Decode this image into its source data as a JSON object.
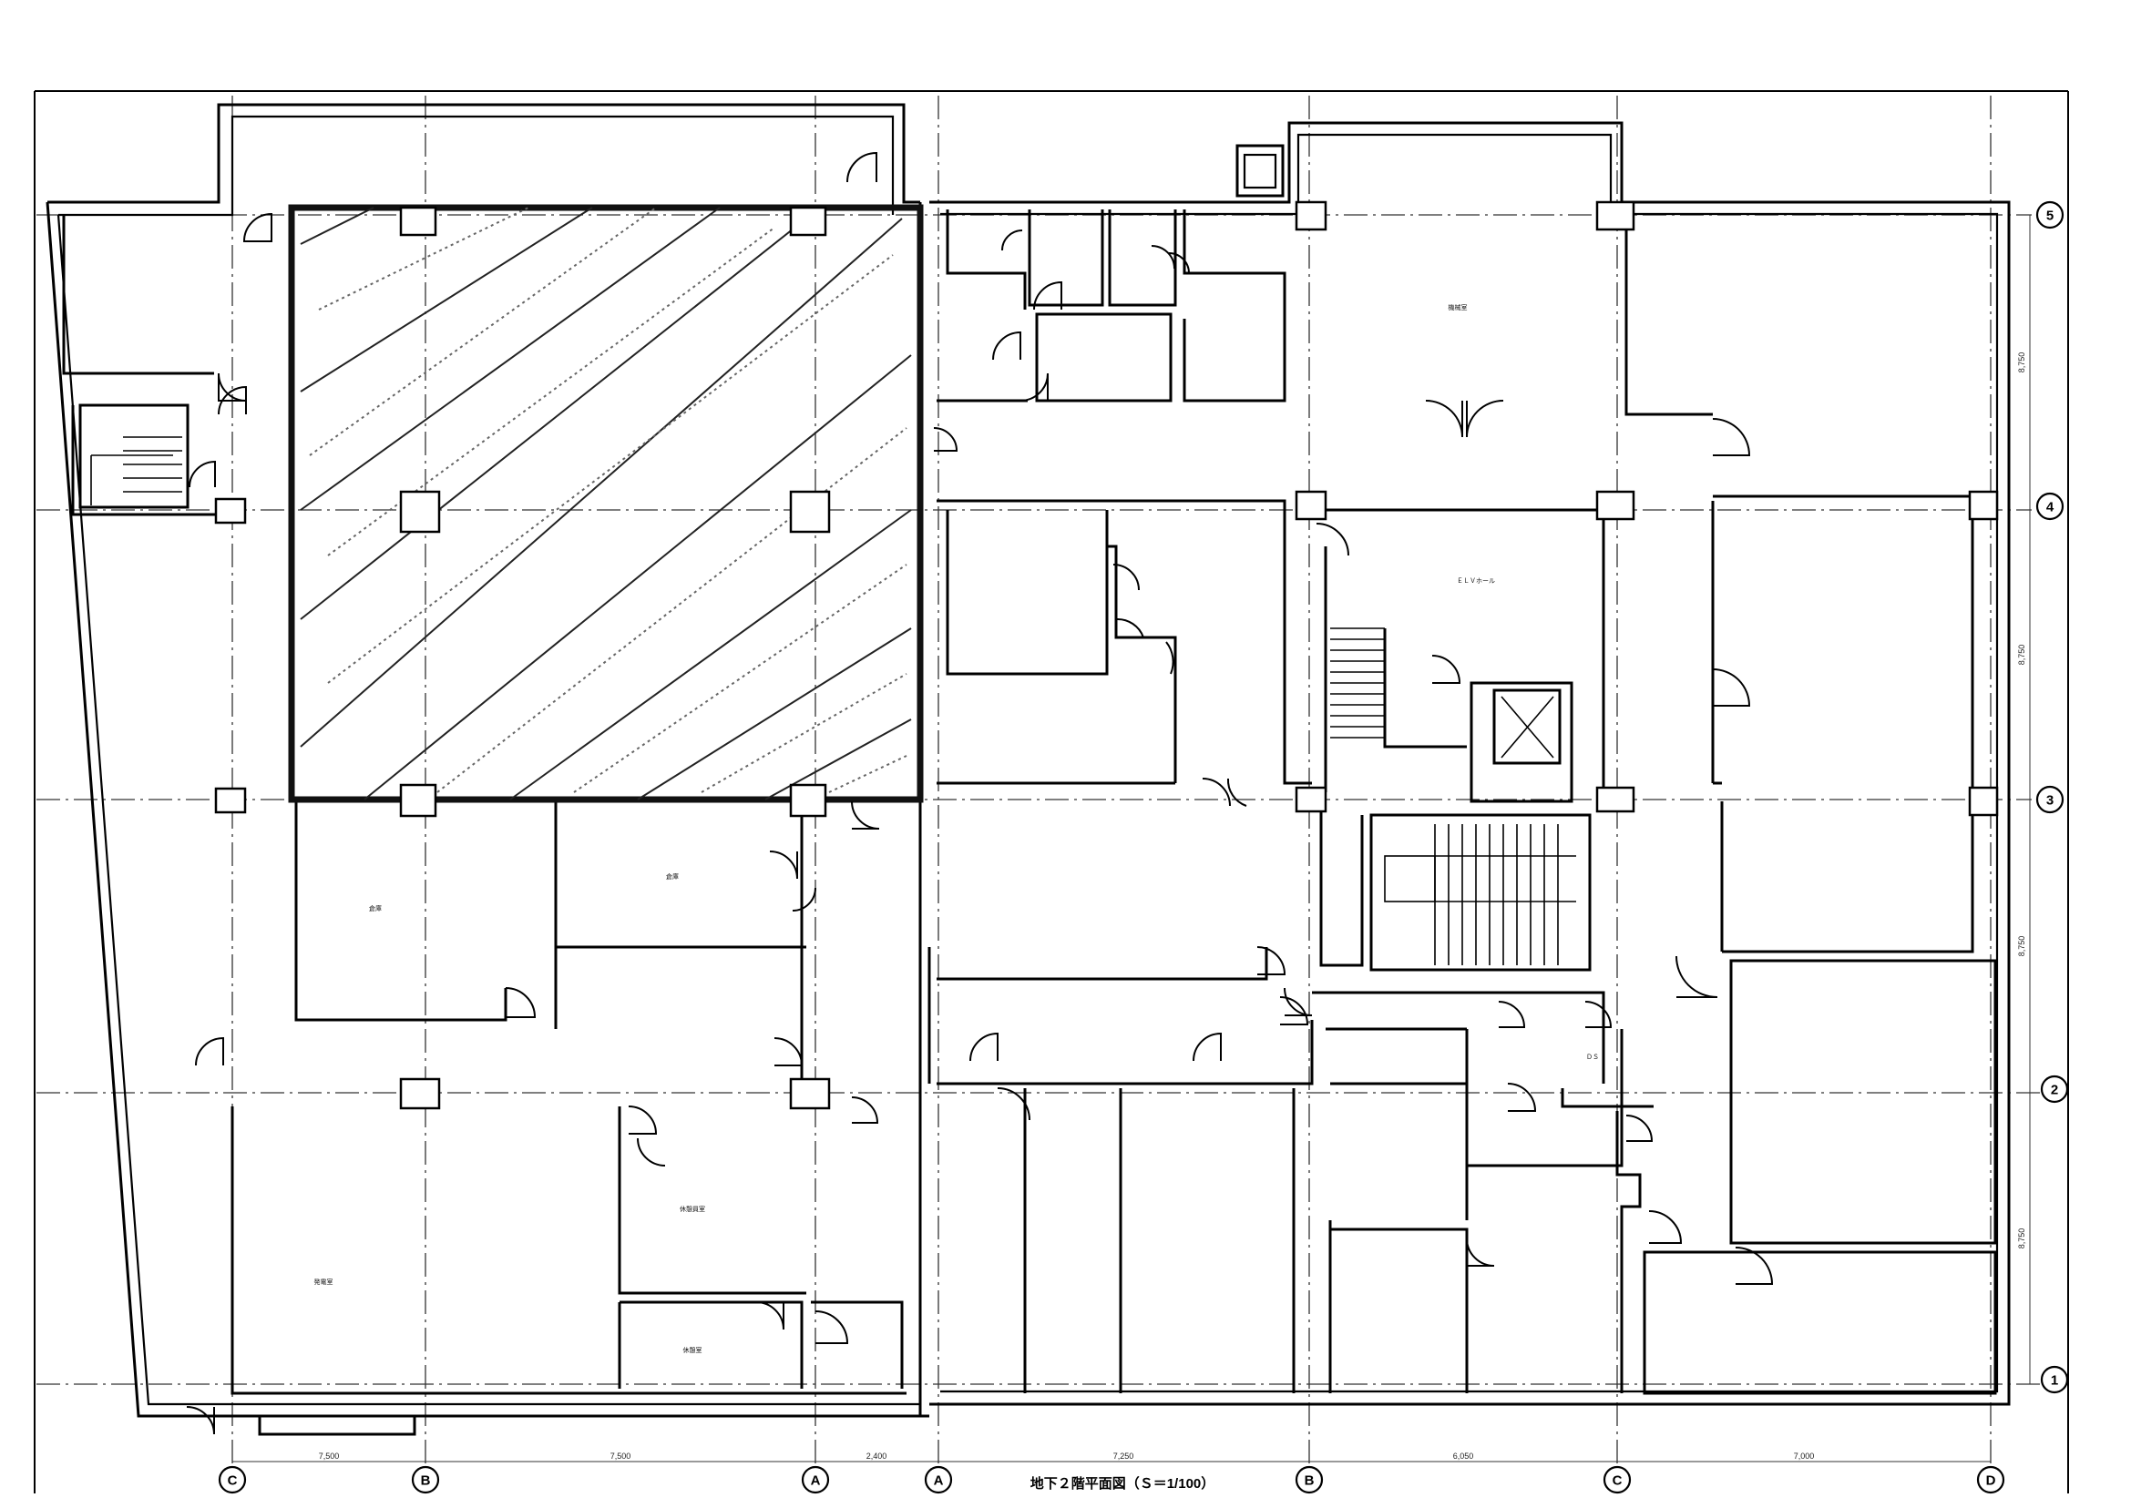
{
  "drawing": {
    "title": "地下２階平面図（Ｓ＝1/100）"
  },
  "grid_bubbles": {
    "bottom": [
      "C",
      "B",
      "A",
      "A",
      "B",
      "C",
      "D"
    ],
    "right": [
      "5",
      "4",
      "3",
      "2",
      "1"
    ]
  },
  "dimensions": {
    "bottom": [
      "7,500",
      "7,500",
      "2,400",
      "7,250",
      "6,050",
      "7,000"
    ],
    "right": [
      "8,750",
      "8,750",
      "8,750",
      "8,750"
    ]
  },
  "rooms": {
    "r1": "機械室",
    "r2": "ＥＬＶホール",
    "r3": "倉庫",
    "r4": "倉庫",
    "r5": "休憩員室",
    "r6": "発電室",
    "r7": "休憩室",
    "r8": "ＤＳ"
  },
  "diagram": {
    "type": "floor-plan",
    "hatched_area": true
  }
}
